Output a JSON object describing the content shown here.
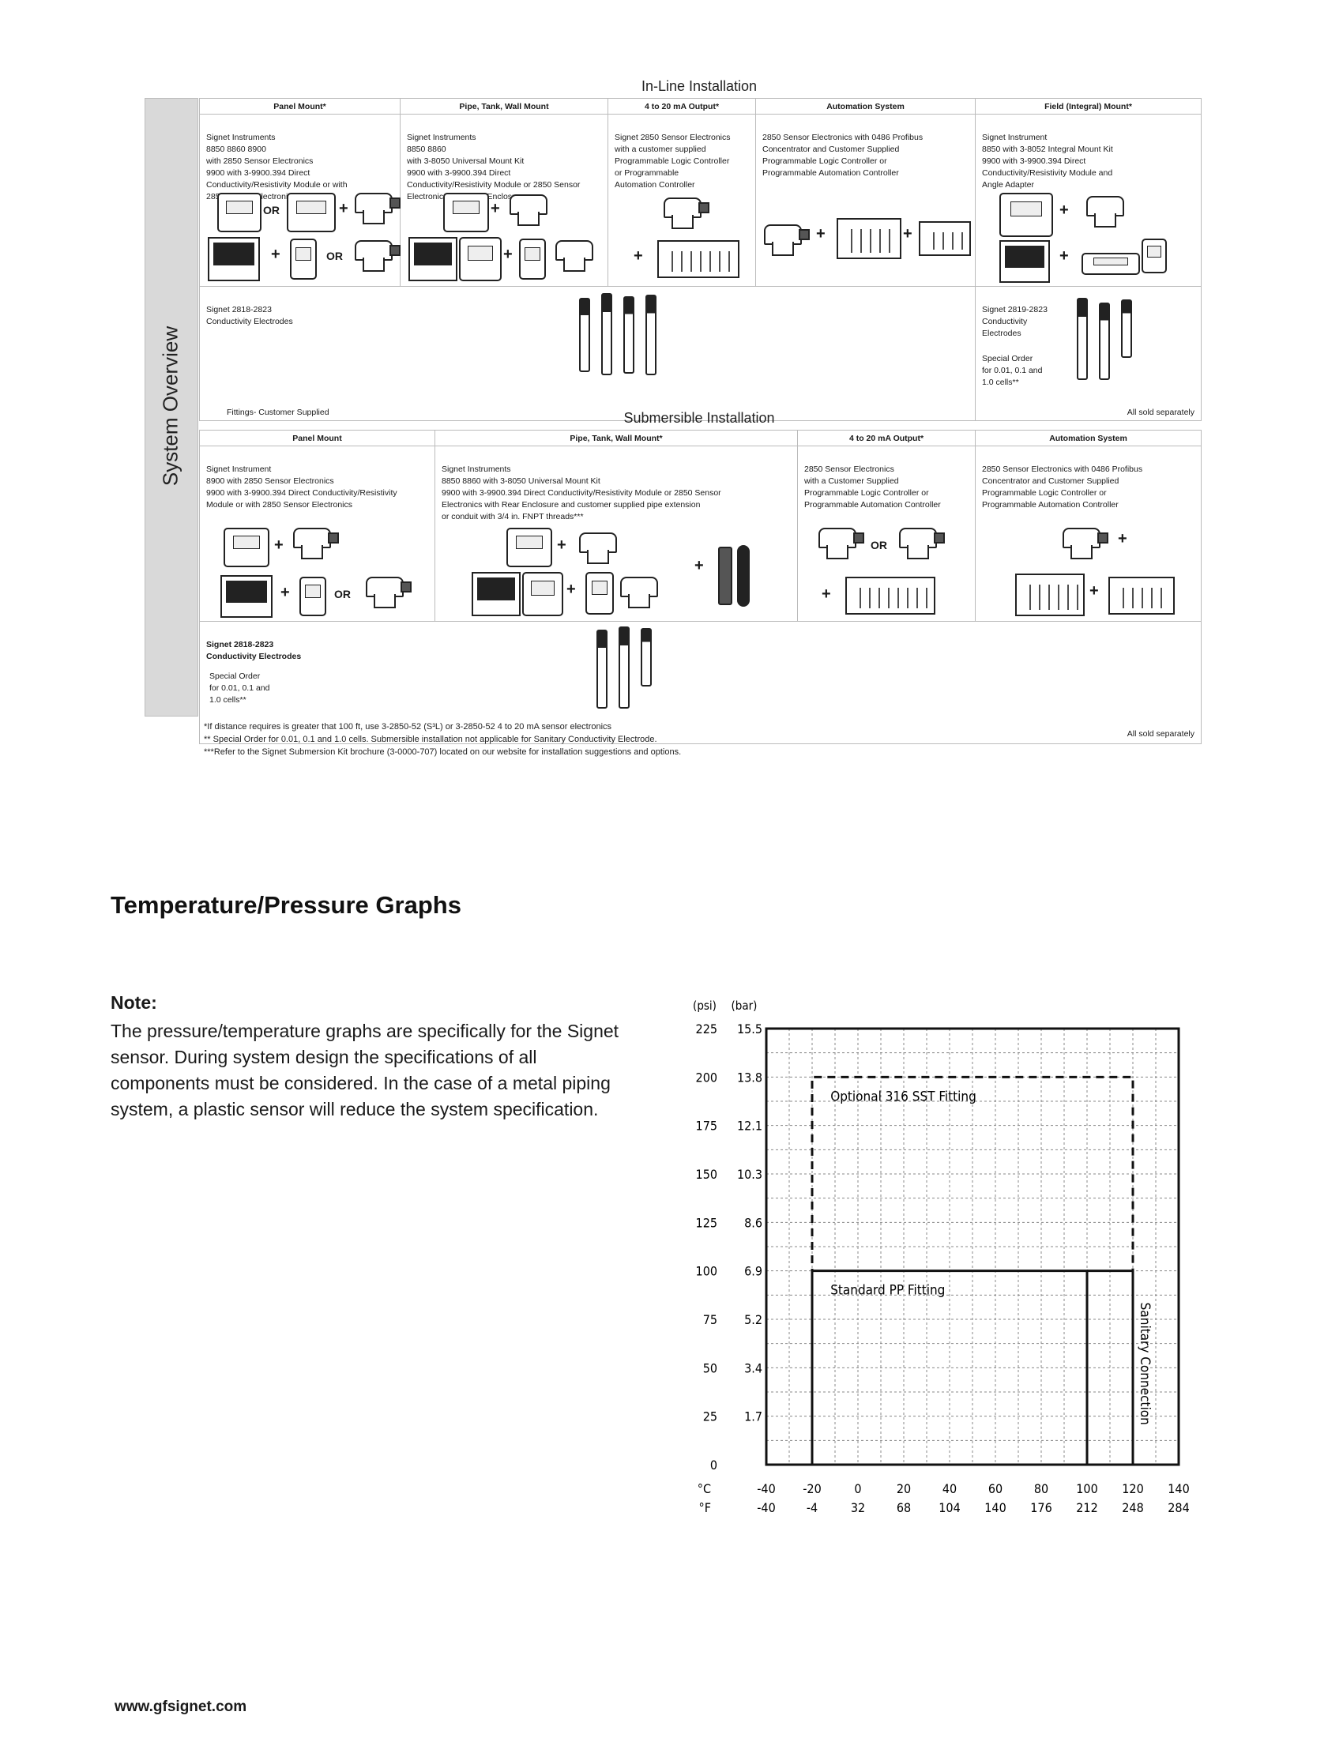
{
  "overview": {
    "sidebar_label": "System Overview",
    "inline": {
      "title": "In-Line Installation",
      "headers": [
        "Panel Mount*",
        "Pipe, Tank, Wall Mount",
        "4 to 20 mA Output*",
        "Automation System",
        "Field (Integral) Mount*"
      ],
      "cells": [
        "Signet Instruments\n8850          8860          8900\nwith 2850 Sensor Electronics\n9900 with 3-9900.394 Direct\nConductivity/Resistivity Module or with\n2850 Sensor Electronics",
        "Signet Instruments\n8850          8860\nwith 3-8050 Universal Mount Kit\n9900 with 3-9900.394 Direct\nConductivity/Resistivity Module or 2850 Sensor\nElectronics with Rear Enclosure",
        "Signet 2850 Sensor Electronics\nwith a customer supplied\nProgrammable Logic Controller\nor Programmable\nAutomation Controller",
        "2850 Sensor Electronics with 0486 Profibus\nConcentrator and Customer Supplied\nProgrammable Logic Controller or\nProgrammable Automation Controller",
        "Signet Instrument\n8850 with 3-8052 Integral Mount Kit\n9900 with 3-9900.394 Direct\nConductivity/Resistivity Module and\nAngle Adapter"
      ],
      "electrodes_left": "Signet 2818-2823\nConductivity Electrodes",
      "electrodes_right": "Signet 2819-2823\nConductivity\nElectrodes",
      "special_order": "Special Order\nfor 0.01, 0.1 and\n1.0 cells**",
      "fittings": "Fittings- Customer Supplied",
      "sold_separately": "All sold separately"
    },
    "submersible": {
      "title": "Submersible Installation",
      "headers": [
        "Panel Mount",
        "Pipe, Tank, Wall Mount*",
        "4 to 20 mA Output*",
        "Automation System"
      ],
      "cells": [
        "Signet Instrument\n8900 with 2850 Sensor Electronics\n9900 with 3-9900.394 Direct Conductivity/Resistivity\nModule or with 2850 Sensor Electronics",
        "Signet Instruments\n8850          8860          with 3-8050 Universal Mount Kit\n9900 with 3-9900.394 Direct Conductivity/Resistivity Module or 2850 Sensor\nElectronics with Rear Enclosure and customer supplied pipe extension\nor conduit with 3/4 in. FNPT threads***",
        "2850 Sensor Electronics\nwith a Customer Supplied\nProgrammable Logic Controller or\nProgrammable Automation Controller",
        "2850 Sensor Electronics with 0486 Profibus\nConcentrator and Customer Supplied\nProgrammable Logic Controller or\nProgrammable Automation Controller"
      ],
      "electrodes": "Signet 2818-2823\nConductivity Electrodes",
      "special_order": "Special Order\nfor 0.01, 0.1 and\n1.0 cells**",
      "sold_separately": "All sold separately"
    },
    "or_label": "OR",
    "plus_label": "+",
    "footnotes": [
      "*If distance requires is greater that 100 ft, use 3-2850-52 (S³L) or 3-2850-52 4 to 20 mA sensor electronics",
      "** Special Order for 0.01, 0.1 and 1.0 cells. Submersible installation not applicable for Sanitary Conductivity Electrode.",
      "***Refer to the Signet Submersion Kit brochure (3-0000-707) located on our website for installation suggestions and options."
    ]
  },
  "section_heading": "Temperature/Pressure Graphs",
  "note": {
    "label": "Note:",
    "text": "The pressure/temperature graphs are specifically for the Signet sensor.  During system design the specifications of all components must be considered. In the case of a metal piping system, a plastic sensor will reduce the system specification."
  },
  "chart_data": {
    "type": "line",
    "title": "",
    "units": {
      "psi": "(psi)",
      "bar": "(bar)",
      "c": "°C",
      "f": "°F"
    },
    "y_psi_ticks": [
      225,
      200,
      175,
      150,
      125,
      100,
      75,
      50,
      25,
      0
    ],
    "y_bar_ticks": [
      "15.5",
      "13.8",
      "12.1",
      "10.3",
      "8.6",
      "6.9",
      "5.2",
      "3.4",
      "1.7"
    ],
    "x_c_ticks": [
      -40,
      -20,
      0,
      20,
      40,
      60,
      80,
      100,
      120,
      140
    ],
    "x_f_ticks": [
      -40,
      -4,
      32,
      68,
      104,
      140,
      176,
      212,
      248,
      284
    ],
    "xlim_c": [
      -40,
      140
    ],
    "ylim_psi": [
      0,
      225
    ],
    "grid": true,
    "series": [
      {
        "name": "Optional 316 SST Fitting",
        "style": "dashed",
        "x_c": [
          -20,
          -20,
          120,
          120
        ],
        "y_psi": [
          0,
          200,
          200,
          0
        ]
      },
      {
        "name": "Standard PP Fitting",
        "style": "solid",
        "x_c": [
          -20,
          -20,
          100,
          100
        ],
        "y_psi": [
          0,
          100,
          100,
          0
        ]
      },
      {
        "name": "Sanitary Connection",
        "style": "solid",
        "x_c": [
          100,
          120,
          120
        ],
        "y_psi": [
          100,
          100,
          0
        ]
      }
    ]
  },
  "footer": "www.gfsignet.com"
}
